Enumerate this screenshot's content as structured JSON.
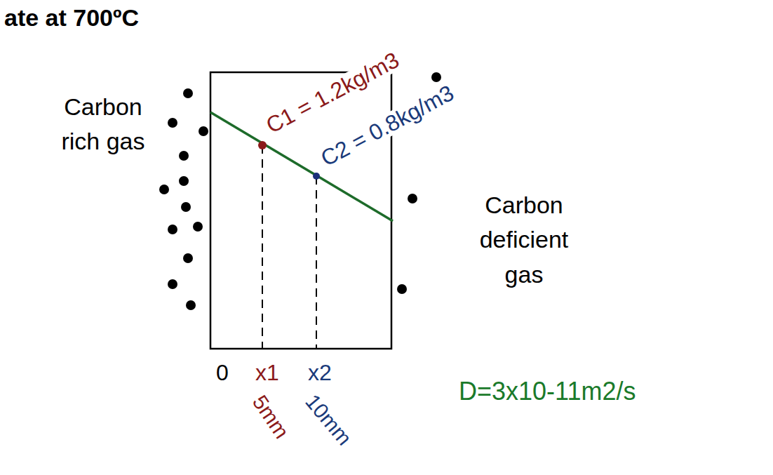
{
  "diagram": {
    "labels": [
      "ate at 700ºC",
      "Carbon rich gas",
      "Carbon deficient gas",
      "C1 = 1.2kg/m3",
      "C2 = 0.8kg/m3",
      "0",
      "x1",
      "x2",
      "5mm",
      "10mm",
      "D=3x10-11m2/s"
    ]
  }
}
